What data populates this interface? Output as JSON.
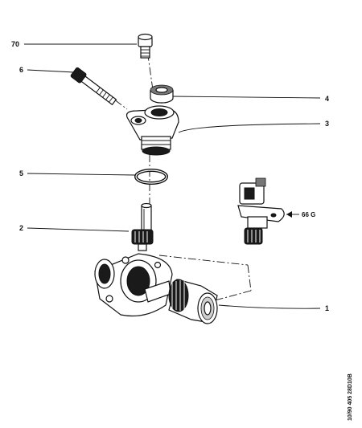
{
  "callouts": [
    {
      "id": "70",
      "label": "70"
    },
    {
      "id": "6",
      "label": "6"
    },
    {
      "id": "4",
      "label": "4"
    },
    {
      "id": "3",
      "label": "3"
    },
    {
      "id": "5",
      "label": "5"
    },
    {
      "id": "2",
      "label": "2"
    },
    {
      "id": "1",
      "label": "1"
    }
  ],
  "reference": {
    "arrow_label": "66 G"
  },
  "footer_code": "10/90  405  28D10B"
}
